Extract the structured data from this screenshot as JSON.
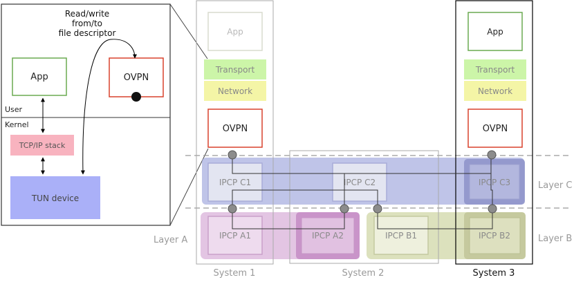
{
  "inset": {
    "annotation_lines": [
      "Read/write",
      "from/to",
      "file descriptor"
    ],
    "app": "App",
    "ovpn": "OVPN",
    "user": "User",
    "kernel": "Kernel",
    "tcpip": "TCP/IP stack",
    "tun": "TUN device"
  },
  "system1": {
    "label": "System 1",
    "app": "App",
    "transport": "Transport",
    "network": "Network",
    "ovpn": "OVPN"
  },
  "system2": {
    "label": "System 2"
  },
  "system3": {
    "label": "System 3",
    "app": "App",
    "transport": "Transport",
    "network": "Network",
    "ovpn": "OVPN"
  },
  "ipcp": {
    "c1": "IPCP C1",
    "c2": "IPCP C2",
    "c3": "IPCP C3",
    "a1": "IPCP A1",
    "a2": "IPCP A2",
    "b1": "IPCP B1",
    "b2": "IPCP B2"
  },
  "layers": {
    "a": "Layer A",
    "b": "Layer B",
    "c": "Layer C"
  },
  "colors": {
    "ovpn_border": "#d9402b",
    "app_border": "#6aaa50",
    "transport_fill": "#ccf5a8",
    "network_fill": "#f4f5a6",
    "tcpip_fill": "#f8b3bf",
    "tun_fill": "#aab0f8",
    "layer_c_fill": "#aab0e0",
    "layer_a_fill": "#dcb6dc",
    "layer_b_fill": "#d6dcb2"
  }
}
